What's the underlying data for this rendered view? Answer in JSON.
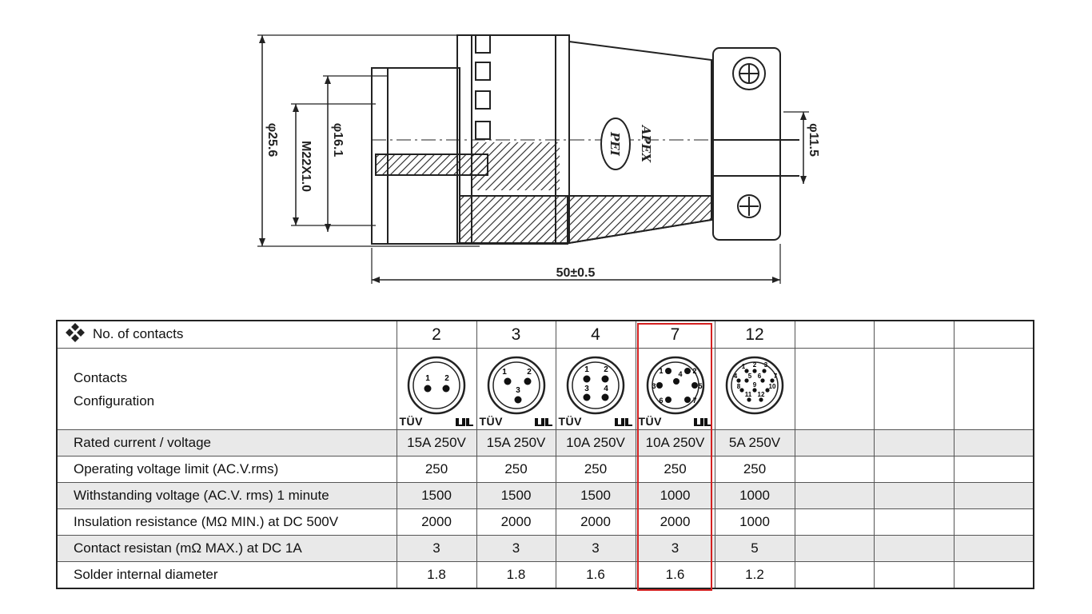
{
  "drawing": {
    "dim_outer_diameter": "φ25.6",
    "dim_thread": "M22X1.0",
    "dim_inner_diameter": "φ16.1",
    "dim_cable": "φ11.5",
    "dim_length": "50±0.5",
    "brand_logo": "PEI",
    "brand_name": "APEX"
  },
  "table": {
    "header_label": "No. of contacts",
    "config_label_line1": "Contacts",
    "config_label_line2": "Configuration",
    "cert_text": "TÜV",
    "columns": [
      "2",
      "3",
      "4",
      "7",
      "12",
      "",
      "",
      ""
    ],
    "pin_labels": {
      "c2": [
        "1",
        "2"
      ],
      "c3": [
        "1",
        "2",
        "3"
      ],
      "c4": [
        "1",
        "2",
        "3",
        "4"
      ],
      "c7": [
        "1",
        "2",
        "3",
        "4",
        "5",
        "6",
        "7"
      ],
      "c12": [
        "1",
        "2",
        "3",
        "4",
        "5",
        "6",
        "7",
        "8",
        "9",
        "10",
        "11",
        "12"
      ]
    },
    "rows": [
      {
        "label": "Rated current / voltage",
        "values": [
          "15A 250V",
          "15A 250V",
          "10A 250V",
          "10A 250V",
          "5A 250V",
          "",
          "",
          ""
        ]
      },
      {
        "label": "Operating voltage limit (AC.V.rms)",
        "values": [
          "250",
          "250",
          "250",
          "250",
          "250",
          "",
          "",
          ""
        ]
      },
      {
        "label": "Withstanding voltage (AC.V. rms) 1 minute",
        "values": [
          "1500",
          "1500",
          "1500",
          "1000",
          "1000",
          "",
          "",
          ""
        ]
      },
      {
        "label": "Insulation resistance (MΩ MIN.) at DC 500V",
        "values": [
          "2000",
          "2000",
          "2000",
          "2000",
          "1000",
          "",
          "",
          ""
        ]
      },
      {
        "label": "Contact resistan (mΩ MAX.) at DC 1A",
        "values": [
          "3",
          "3",
          "3",
          "3",
          "5",
          "",
          "",
          ""
        ]
      },
      {
        "label": "Solder internal diameter",
        "values": [
          "1.8",
          "1.8",
          "1.6",
          "1.6",
          "1.2",
          "",
          "",
          ""
        ]
      }
    ],
    "highlight_color": "#d42020",
    "row_shade_color": "#e9e9e9"
  }
}
